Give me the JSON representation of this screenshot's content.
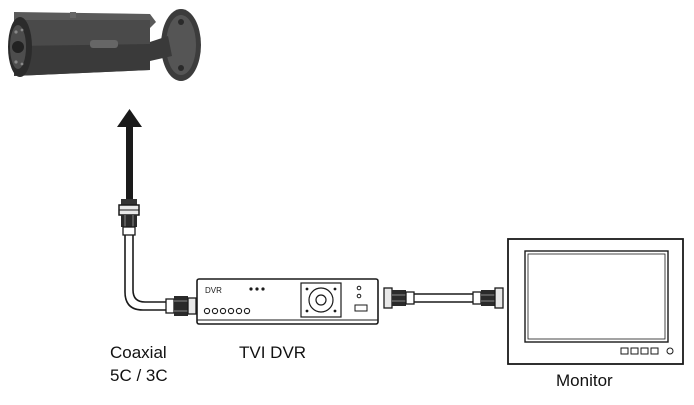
{
  "labels": {
    "coaxial_line1": "Coaxial",
    "coaxial_line2": "5C / 3C",
    "dvr": "TVI DVR",
    "monitor": "Monitor"
  },
  "devices": {
    "dvr_panel_text": "DVR"
  },
  "icons": {
    "camera": "bullet-camera-icon",
    "dvr": "dvr-icon",
    "monitor": "monitor-icon",
    "arrow": "arrow-up-icon",
    "connector": "bnc-connector-icon"
  },
  "colors": {
    "line": "#1a1a1a",
    "camera_body": "#4a4a4a",
    "camera_dark": "#2b2b2b",
    "background": "#ffffff"
  }
}
